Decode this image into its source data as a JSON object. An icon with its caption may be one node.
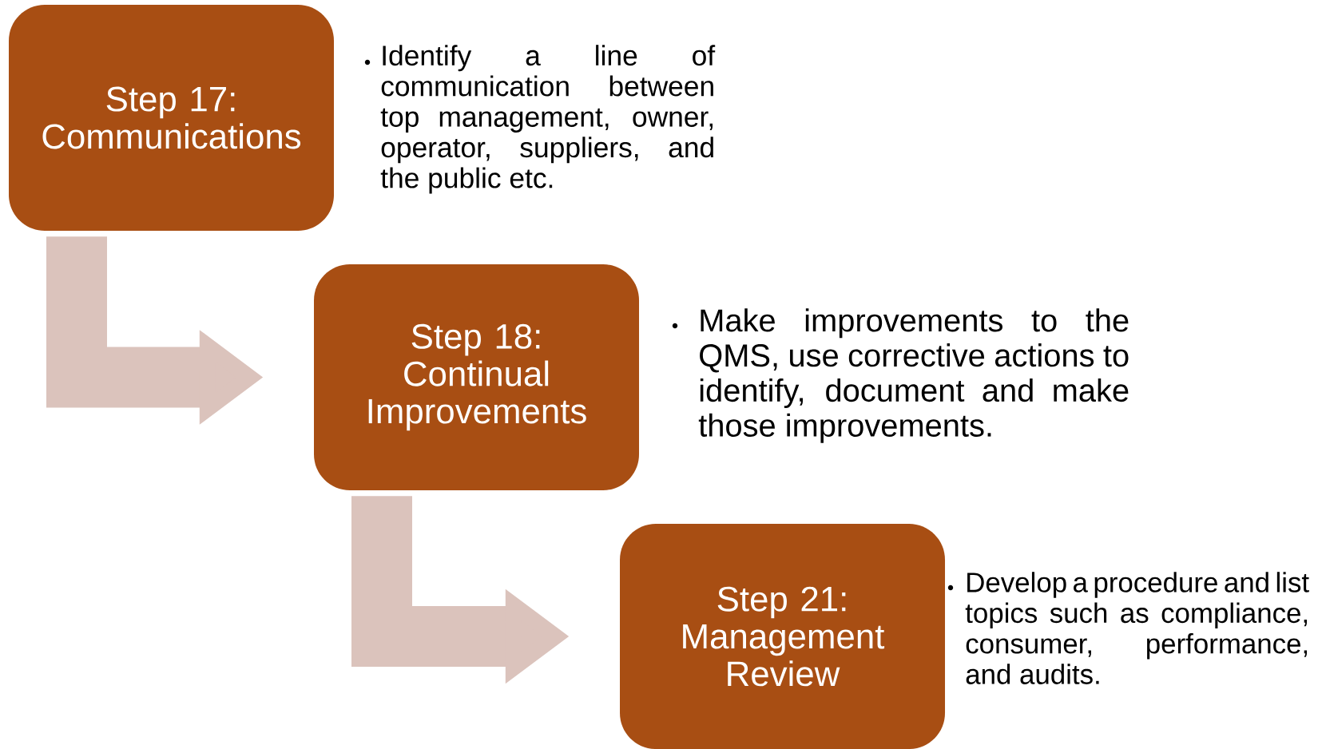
{
  "diagram": {
    "nodes": [
      {
        "text": [
          "Step 17: Communications"
        ],
        "beside": [
          "Identify a line of communication between top management, owner, operator, suppliers, and the public etc."
        ]
      },
      {
        "text": [
          "Step 18: Continual Improvements"
        ],
        "beside": [
          "Make improvements to the QMS, use corrective actions to identify, document and make those improvements."
        ]
      },
      {
        "text": [
          "Step 21: Management Review"
        ],
        "beside": [
          "Develop a procedure and list topics such as compliance, consumer, performance, and audits."
        ]
      }
    ],
    "edges": [
      {
        "from": 0,
        "to": 1,
        "arrow": "to"
      },
      {
        "from": 1,
        "to": 2,
        "arrow": "to"
      }
    ]
  }
}
